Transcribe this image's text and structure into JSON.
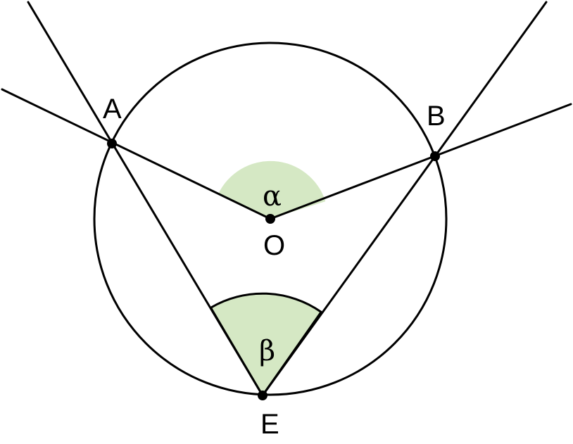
{
  "diagram": {
    "colors": {
      "stroke": "#000000",
      "angle_fill": "#d5e8c4",
      "background": "#ffffff"
    },
    "points": {
      "A": "A",
      "B": "B",
      "O": "O",
      "E": "E"
    },
    "angles": {
      "central": "α",
      "inscribed": "β"
    }
  }
}
